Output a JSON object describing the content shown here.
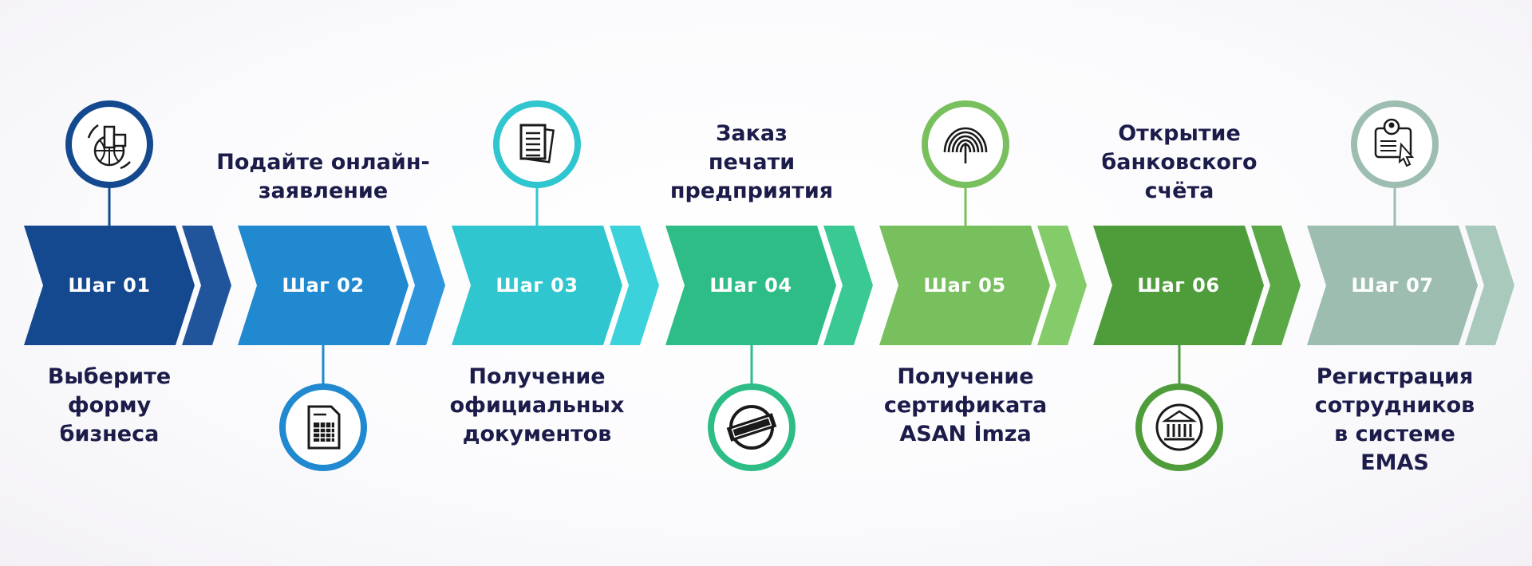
{
  "steps": [
    {
      "step_label": "Шаг  01",
      "text": "Выберите\nформу\nбизнеса",
      "color": "#14498f",
      "icon": "business-globe-icon"
    },
    {
      "step_label": "Шаг  02",
      "text": "Подайте онлайн-\nзаявление",
      "color": "#2089cf",
      "icon": "online-form-icon"
    },
    {
      "step_label": "Шаг  03",
      "text": "Получение\nофициальных\nдокументов",
      "color": "#30c6cf",
      "icon": "documents-icon"
    },
    {
      "step_label": "Шаг  04",
      "text": "Заказ\nпечати\nпредприятия",
      "color": "#2ebd86",
      "icon": "company-stamp-icon"
    },
    {
      "step_label": "Шаг  05",
      "text": "Получение\nсертификата\nASAN İmza",
      "color": "#78c05d",
      "icon": "fingerprint-icon"
    },
    {
      "step_label": "Шаг  06",
      "text": "Открытие\nбанковского\nсчёта",
      "color": "#4f9c3a",
      "icon": "bank-icon"
    },
    {
      "step_label": "Шаг  07",
      "text": "Регистрация\nсотрудников\nв системе\nEMAS",
      "color": "#9cbdb0",
      "icon": "employee-registration-icon"
    }
  ]
}
